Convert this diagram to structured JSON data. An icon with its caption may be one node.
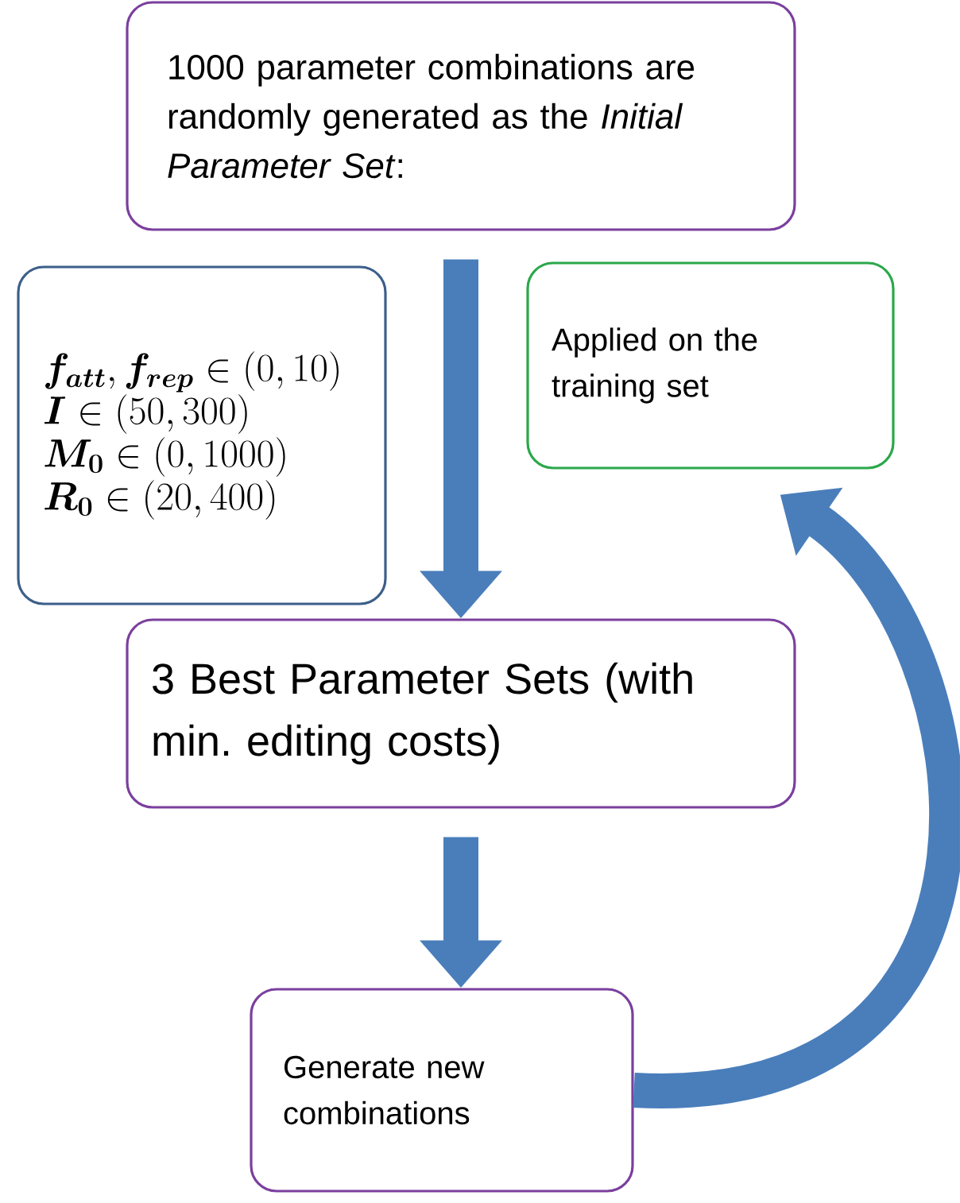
{
  "diagram": {
    "nodes": [
      {
        "text": [
          "1000 parameter combinations are randomly generated as the *Initial Parameter Set*:"
        ]
      },
      {
        "text": [
          "\\boldsymbol{f_{att}}, \\boldsymbol{f_{rep}} \\in (0, 10)",
          "\\boldsymbol{I} \\in (50, 300)",
          "\\boldsymbol{M_{0}} \\in (0, 1000)",
          "\\boldsymbol{R_{0}} \\in (20,400)"
        ]
      },
      {
        "text": [
          "Applied on the training set"
        ]
      },
      {
        "text": [
          "3 Best Parameter Sets (with min. editing costs)"
        ]
      },
      {
        "text": [
          "Generate new combinations"
        ]
      }
    ],
    "edges": [
      {
        "from": 0,
        "to": 3,
        "arrow": "to"
      },
      {
        "from": 3,
        "to": 4,
        "arrow": "to"
      },
      {
        "from": 4,
        "to": 2,
        "arrow": "to"
      }
    ]
  }
}
